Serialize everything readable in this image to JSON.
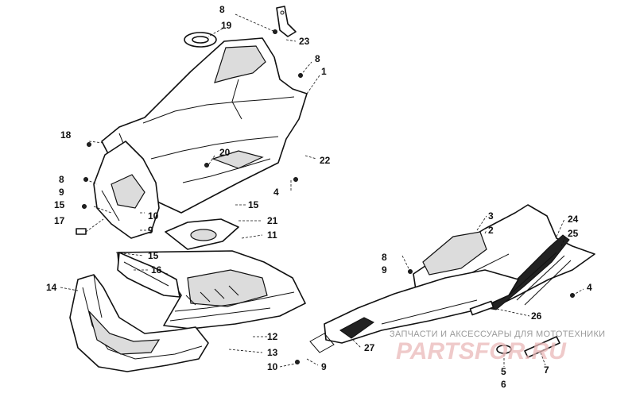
{
  "callouts": [
    {
      "id": "c-8-top",
      "text": "8"
    },
    {
      "id": "c-19",
      "text": "19"
    },
    {
      "id": "c-23",
      "text": "23"
    },
    {
      "id": "c-8-right",
      "text": "8"
    },
    {
      "id": "c-1",
      "text": "1"
    },
    {
      "id": "c-18",
      "text": "18"
    },
    {
      "id": "c-20",
      "text": "20"
    },
    {
      "id": "c-22",
      "text": "22"
    },
    {
      "id": "c-8-left",
      "text": "8"
    },
    {
      "id": "c-9-left",
      "text": "9"
    },
    {
      "id": "c-4-mid",
      "text": "4"
    },
    {
      "id": "c-15-left",
      "text": "15"
    },
    {
      "id": "c-15-mid",
      "text": "15"
    },
    {
      "id": "c-10-left",
      "text": "10"
    },
    {
      "id": "c-17",
      "text": "17"
    },
    {
      "id": "c-9-mid",
      "text": "9"
    },
    {
      "id": "c-21",
      "text": "21"
    },
    {
      "id": "c-11",
      "text": "11"
    },
    {
      "id": "c-15-low",
      "text": "15"
    },
    {
      "id": "c-16",
      "text": "16"
    },
    {
      "id": "c-14",
      "text": "14"
    },
    {
      "id": "c-12",
      "text": "12"
    },
    {
      "id": "c-13",
      "text": "13"
    },
    {
      "id": "c-10-bottom",
      "text": "10"
    },
    {
      "id": "c-9-bottom",
      "text": "9"
    },
    {
      "id": "c-3",
      "text": "3"
    },
    {
      "id": "c-2",
      "text": "2"
    },
    {
      "id": "c-24",
      "text": "24"
    },
    {
      "id": "c-25",
      "text": "25"
    },
    {
      "id": "c-8-pan",
      "text": "8"
    },
    {
      "id": "c-9-pan",
      "text": "9"
    },
    {
      "id": "c-4-right",
      "text": "4"
    },
    {
      "id": "c-26",
      "text": "26"
    },
    {
      "id": "c-27",
      "text": "27"
    },
    {
      "id": "c-5",
      "text": "5"
    },
    {
      "id": "c-6",
      "text": "6"
    },
    {
      "id": "c-7",
      "text": "7"
    }
  ],
  "watermark": {
    "tagline": "ЗАПЧАСТИ И АКСЕССУАРЫ ДЛЯ МОТОТЕХНИКИ",
    "logo": "PARTSFOR.RU"
  },
  "colors": {
    "line": "#111111",
    "shade": "#dcdcdc",
    "watermark_text": "#9a9a9a",
    "watermark_logo": "#e9b8b8"
  }
}
